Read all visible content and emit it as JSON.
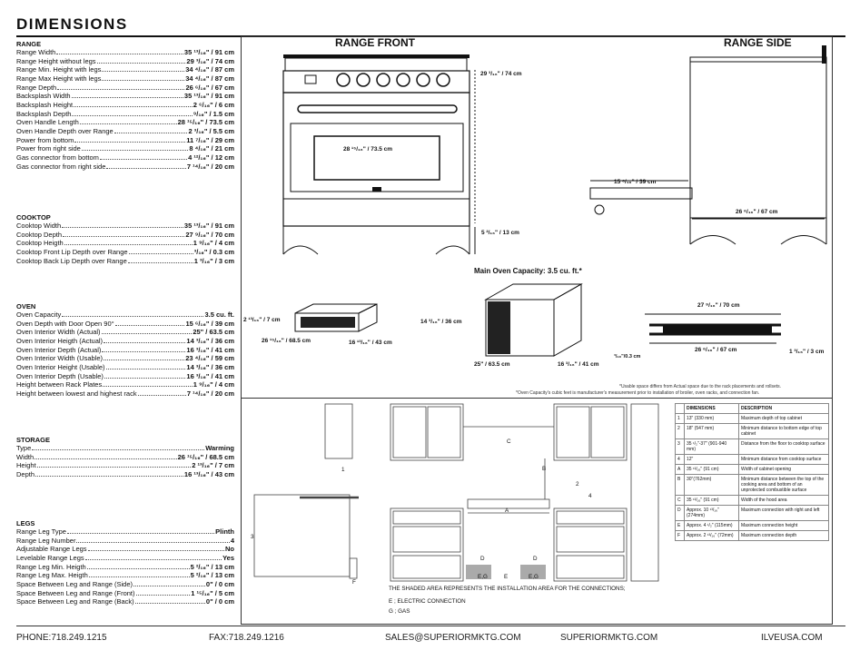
{
  "title": "DIMENSIONS",
  "range": {
    "heading": "RANGE",
    "rows": [
      {
        "label": "Range Width",
        "value": "35 ¹³/₁₆\" / 91 cm"
      },
      {
        "label": "Range Height without legs",
        "value": "29 ³/₁₆\" / 74 cm"
      },
      {
        "label": "Range Min. Height with legs",
        "value": "34 ⁴/₁₆\" / 87 cm"
      },
      {
        "label": "Range Max Height with legs",
        "value": "34 ⁴/₁₆\" / 87 cm"
      },
      {
        "label": "Range Depth",
        "value": "26 ⁶/₁₆\" / 67 cm"
      },
      {
        "label": "Backsplash Width",
        "value": "35 ¹³/₁₆\" / 91 cm"
      },
      {
        "label": "Backsplash Height",
        "value": "2 ⁶/₁₆\" / 6 cm"
      },
      {
        "label": "Backsplash Depth",
        "value": "⁹/₁₆\" / 1.5 cm"
      },
      {
        "label": "Oven Handle Length",
        "value": "28 ¹⁵/₁₆\" / 73.5 cm"
      },
      {
        "label": "Oven Handle Depth over Range",
        "value": "2 ³/₁₆\" / 5.5 cm"
      },
      {
        "label": "Power from bottom",
        "value": "11 ⁷/₁₆\" / 29 cm"
      },
      {
        "label": "Power from right side",
        "value": "8 ⁴/₁₆\" / 21 cm"
      },
      {
        "label": "Gas connector from bottom",
        "value": "4 ¹²/₁₆\" / 12 cm"
      },
      {
        "label": "Gas connector from right side",
        "value": "7 ¹⁴/₁₆\" / 20 cm"
      }
    ]
  },
  "cooktop": {
    "heading": "COOKTOP",
    "rows": [
      {
        "label": "Cooktop Width",
        "value": "35 ¹³/₁₆\" / 91 cm"
      },
      {
        "label": "Cooktop Depth",
        "value": "27 ⁹/₁₆\" / 70 cm"
      },
      {
        "label": "Cooktop Heigth",
        "value": "1 ⁹/₁₆\" / 4 cm"
      },
      {
        "label": "Cooktop Front Lip Depth over Range",
        "value": "³/₁₆\" / 0.3 cm"
      },
      {
        "label": "Cooktop Back Lip Depth over Range",
        "value": "1 ³/₁₆\" / 3 cm"
      }
    ]
  },
  "oven": {
    "heading": "OVEN",
    "rows": [
      {
        "label": "Oven Capacity",
        "value": "3.5 cu. ft."
      },
      {
        "label": "Oven Depth with Door Open 90°",
        "value": "15 ⁶/₁₆\" / 39 cm"
      },
      {
        "label": "Oven Interior Width (Actual)",
        "value": "25\" / 63.5 cm"
      },
      {
        "label": "Oven Interior Heigth (Actual)",
        "value": "14 ³/₁₆\" / 36 cm"
      },
      {
        "label": "Oven Interior Depth (Actual)",
        "value": "16 ³/₁₆\" / 41 cm"
      },
      {
        "label": "Oven Interior Width (Usable)",
        "value": "23 ⁴/₁₆\" / 59 cm"
      },
      {
        "label": "Oven Interior Height (Usable)",
        "value": "14 ³/₁₆\" / 36 cm"
      },
      {
        "label": "Oven Interior Depth (Usable)",
        "value": "16 ³/₁₆\" / 41 cm"
      },
      {
        "label": "Height between Rack Plates",
        "value": "1 ⁹/₁₆\" / 4 cm"
      },
      {
        "label": "Height between lowest and highest rack",
        "value": "7 ¹⁴/₁₆\" / 20 cm"
      }
    ]
  },
  "storage": {
    "heading": "STORAGE",
    "rows": [
      {
        "label": "Type",
        "value": "Warming"
      },
      {
        "label": "Width",
        "value": "26 ¹⁵/₁₆\" / 68.5 cm"
      },
      {
        "label": "Height",
        "value": "2 ¹³/₁₆\" / 7 cm"
      },
      {
        "label": "Depth",
        "value": "16 ¹³/₁₆\" / 43 cm"
      }
    ]
  },
  "legs": {
    "heading": "LEGS",
    "rows": [
      {
        "label": "Range Leg Type",
        "value": "Plinth"
      },
      {
        "label": "Range Leg Number",
        "value": "4"
      },
      {
        "label": "Adjustable Range Legs",
        "value": "No"
      },
      {
        "label": "Levelable Range Legs",
        "value": "Yes"
      },
      {
        "label": "Range Leg Min. Heigth",
        "value": "5 ²/₁₆\" / 13 cm"
      },
      {
        "label": "Range Leg Max. Heigth",
        "value": "5 ²/₁₆\" / 13 cm"
      },
      {
        "label": "Space Between Leg and Range (Side)",
        "value": "0\" / 0 cm"
      },
      {
        "label": "Space Between Leg and Range (Front)",
        "value": "1 ¹⁵/₁₆\" / 5 cm"
      },
      {
        "label": "Space Between Leg and Range (Back)",
        "value": "0\" / 0 cm"
      }
    ]
  },
  "diagrams": {
    "range_front": "RANGE FRONT",
    "range_side": "RANGE SIDE",
    "front_height": "29 ³/₁₆\" / 74 cm",
    "front_window": "28 ¹⁵/₁₆\" / 73.5 cm",
    "front_legs": "5 ²/₁₆\" / 13 cm",
    "side_door": "15 ⁶/₁₆\" / 39 cm",
    "side_depth": "26 ⁶/₁₆\" / 67 cm",
    "main_oven_capacity": "Main Oven Capacity: 3.5 cu. ft.*",
    "drawer_height": "2 ¹³/₁₆\" / 7 cm",
    "drawer_width": "26 ¹⁵/₁₆\" / 68.5 cm",
    "drawer_depth": "16 ¹³/₁₆\" / 43 cm",
    "oven_height": "14 ³/₁₆\" / 36 cm",
    "oven_width": "25\" / 63.5 cm",
    "oven_depth": "16 ³/₁₆\" / 41 cm",
    "cooktop_depth": "27 ⁹/₁₆\" / 70 cm",
    "cooktop_inner": "26 ⁶/₁₆\" / 67 cm",
    "cooktop_lip_front": "³/₁₆\"/0.3 cm",
    "cooktop_lip_back": "1 ³/₁₆\" / 3 cm",
    "note1": "*Usable space differs from Actual space due to the rack placements and rollsets.",
    "note2": "*Oven Capacity's cubic feet is manufacturer's measurement prior to installation of broiler, oven racks, and connection fan."
  },
  "install": {
    "shaded_note": "THE SHADED AREA REPRESENTS THE INSTALLATION AREA FOR THE CONNECTIONS;",
    "electric": "E ; ELECTRIC CONNECTION",
    "gas": "G ; GAS",
    "callouts": [
      "A",
      "B",
      "C",
      "D",
      "D",
      "1",
      "2",
      "3",
      "4",
      "F"
    ],
    "eg1": "E,G",
    "eg2": "E,G",
    "e": "E"
  },
  "spec_table": {
    "headers": [
      "",
      "DIMENSIONS",
      "DESCRIPTION"
    ],
    "rows": [
      [
        "1",
        "13\" (330 mm)",
        "Maximum depth of top cabinet"
      ],
      [
        "2",
        "18\" (547 mm)",
        "Minimum distance to bottom edge of top cabinet"
      ],
      [
        "3",
        "35 ¹/₂\"-37\" (901-940 mm)",
        "Distance from the floor to cooktop surface"
      ],
      [
        "4",
        "12\"",
        "Minimum distance from cooktop surface"
      ],
      [
        "A",
        "35 ¹³/₁₆\" (91 cm)",
        "Width of cabinet opening"
      ],
      [
        "B",
        "30\"(762mm)",
        "Minimum distance between the top of the cooking area and bottom of an unprotected combustible surface"
      ],
      [
        "C",
        "35 ¹³/₁₆\" (91 cm)",
        "Width of the hood area"
      ],
      [
        "D",
        "Approx. 10 ¹³/₁₆\" (274mm)",
        "Maximum connection with right and left"
      ],
      [
        "E",
        "Approx. 4 ¹/₂\" (115mm)",
        "Maximum connection height"
      ],
      [
        "F",
        "Approx. 2 ¹³/₁₆\" (72mm)",
        "Maximum connection depth"
      ]
    ]
  },
  "footer": {
    "phone": "PHONE:718.249.1215",
    "fax": "FAX:718.249.1216",
    "email": "SALES@SUPERIORMKTG.COM",
    "site1": "SUPERIORMKTG.COM",
    "site2": "ILVEUSA.COM"
  }
}
